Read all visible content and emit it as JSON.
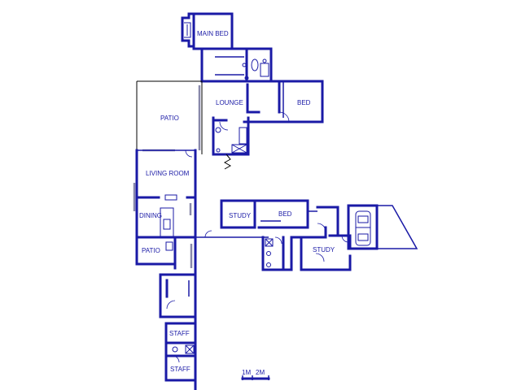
{
  "rooms": {
    "main_bed": "MAIN BED",
    "lounge": "LOUNGE",
    "bed_east": "BED",
    "patio_north": "PATIO",
    "living_room": "LIVING ROOM",
    "dining": "DINING",
    "patio_south": "PATIO",
    "study_west": "STUDY",
    "bed_middle": "BED",
    "study_east": "STUDY",
    "staff_upper": "STAFF",
    "staff_lower": "STAFF"
  },
  "scale": {
    "label_1": "1M",
    "label_2": "2M"
  },
  "colors": {
    "wall": "#1a1aa6",
    "background": "#ffffff"
  }
}
